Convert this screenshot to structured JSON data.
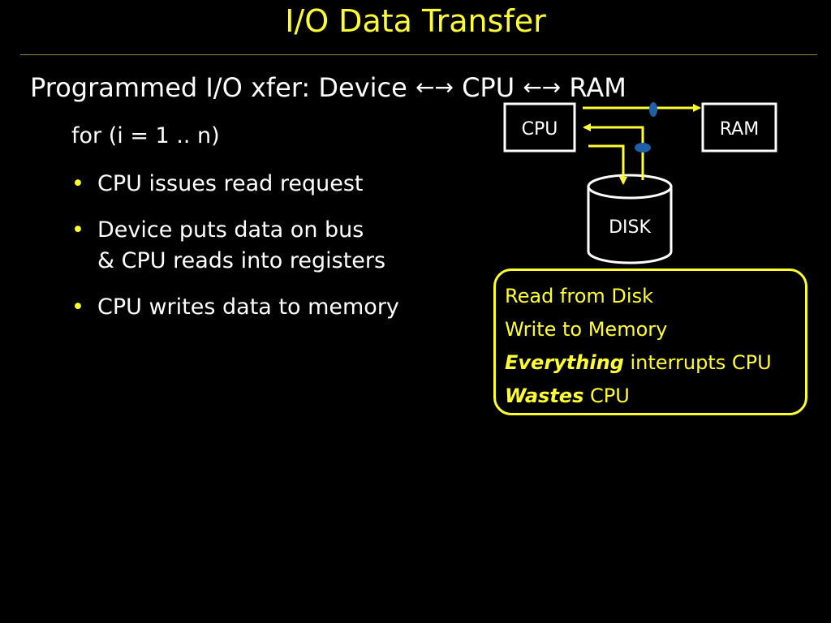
{
  "slide": {
    "title": "I/O Data Transfer",
    "heading": {
      "prefix": "Programmed I/O xfer:  Device",
      "arrow": "←→",
      "cpu": "CPU",
      "ram": "RAM"
    },
    "for_line": "for (i = 1 .. n)",
    "bullets": [
      {
        "text": "CPU issues read request"
      },
      {
        "text": "Device puts data on bus\n& CPU reads into registers"
      },
      {
        "text": "CPU writes data to memory"
      }
    ],
    "bullet_glyph": "•"
  },
  "diagram": {
    "cpu_label": "CPU",
    "ram_label": "RAM",
    "disk_label": "DISK",
    "colors": {
      "arrow": "#ffff33",
      "bus_marker": "#1f5fa8",
      "box": "#ffffff"
    }
  },
  "note": {
    "line1": "Read from Disk",
    "line2": "Write to Memory",
    "line3_bold": "Everything",
    "line3_rest": " interrupts CPU",
    "line4_bold": "Wastes",
    "line4_rest": " CPU"
  }
}
